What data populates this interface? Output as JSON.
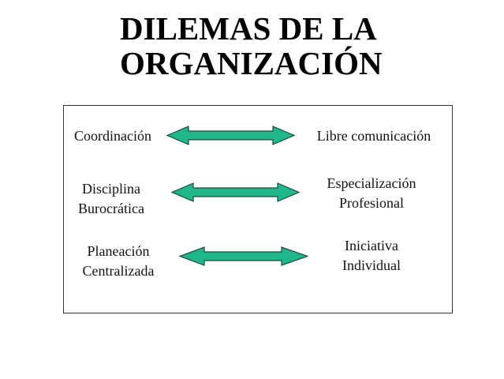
{
  "title": {
    "line1": "DILEMAS DE LA",
    "line2": "ORGANIZACIÓN"
  },
  "colors": {
    "arrow_fill": "#1FB68A",
    "arrow_stroke": "#1F4A3A",
    "frame_border": "#333333"
  },
  "dilemmas": [
    {
      "left": {
        "line1": "Coordinación",
        "line2": ""
      },
      "arrow": "double-arrow-icon",
      "right": {
        "line1": "Libre comunicación",
        "line2": ""
      }
    },
    {
      "left": {
        "line1": "Disciplina",
        "line2": "Burocrática"
      },
      "arrow": "double-arrow-icon",
      "right": {
        "line1": "Especialización",
        "line2": "Profesional"
      }
    },
    {
      "left": {
        "line1": "Planeación",
        "line2": "Centralizada"
      },
      "arrow": "double-arrow-icon",
      "right": {
        "line1": "Iniciativa",
        "line2": "Individual"
      }
    }
  ]
}
